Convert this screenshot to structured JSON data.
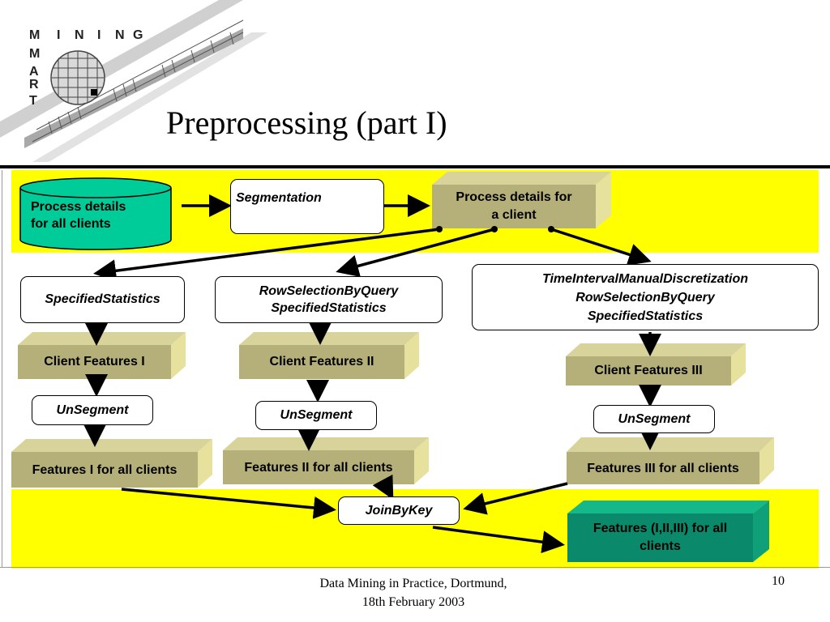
{
  "slide": {
    "title": "Preprocessing (part I)",
    "page_number": "10",
    "footer_line1": "Data Mining in Practice, Dortmund,",
    "footer_line2": "18th February 2003"
  },
  "logo": {
    "letters_row": [
      "M",
      "I",
      "N",
      "I",
      "N",
      "G"
    ],
    "letters_col": [
      "M",
      "A",
      "R",
      "T"
    ]
  },
  "top": {
    "db_label_line1": "Process details",
    "db_label_line2": "for all clients",
    "segmentation": "Segmentation",
    "client_table_line1": "Process details for",
    "client_table_line2": "a client"
  },
  "branch1": {
    "op": "SpecifiedStatistics",
    "features": "Client Features I",
    "unseg": "UnSegment",
    "all": "Features I for all clients"
  },
  "branch2": {
    "op_line1": "RowSelectionByQuery",
    "op_line2": "SpecifiedStatistics",
    "features": "Client Features II",
    "unseg": "UnSegment",
    "all": "Features II for all clients"
  },
  "branch3": {
    "op_line1": "TimeIntervalManualDiscretization",
    "op_line2": "RowSelectionByQuery",
    "op_line3": "SpecifiedStatistics",
    "features": "Client Features III",
    "unseg": "UnSegment",
    "all": "Features III for all clients"
  },
  "bottom": {
    "join": "JoinByKey",
    "result_line1": "Features (I,II,III) for all",
    "result_line2": "clients"
  },
  "colors": {
    "band": "#ffff00",
    "db_fill": "#00cc99",
    "khaki_front": "#b5b07a",
    "khaki_top": "#d8d39a",
    "khaki_side": "#e6e29e",
    "teal_front": "#0a8a6a",
    "teal_top": "#14b889",
    "teal_side": "#0fa07a"
  }
}
